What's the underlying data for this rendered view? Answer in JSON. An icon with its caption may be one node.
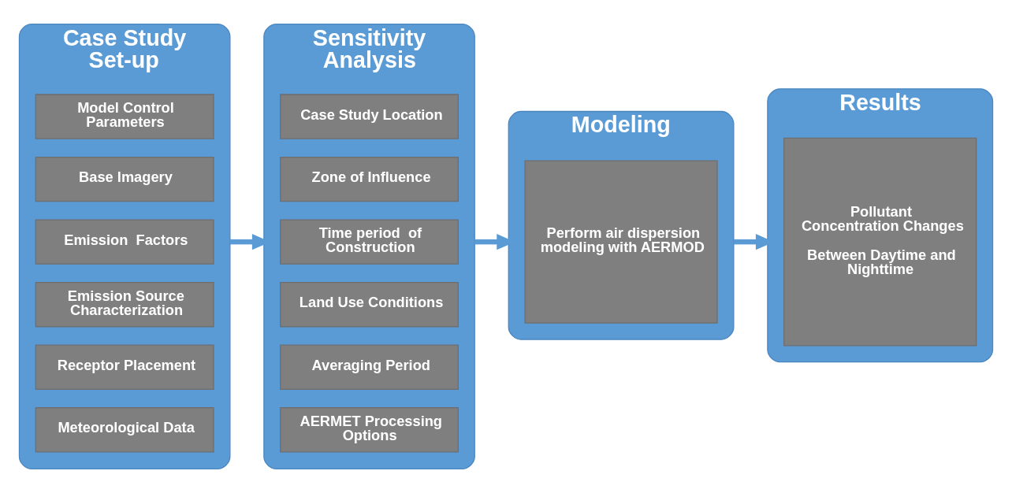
{
  "diagram": {
    "nodes": [
      {
        "text": [
          "Case Study Set-up"
        ]
      },
      {
        "text": [
          "Model Control Parameters"
        ],
        "in": 0
      },
      {
        "text": [
          "Base Imagery"
        ],
        "in": 0
      },
      {
        "text": [
          "Emission  Factors"
        ],
        "in": 0
      },
      {
        "text": [
          "Emission Source Characterization"
        ],
        "in": 0
      },
      {
        "text": [
          "Receptor Placement"
        ],
        "in": 0
      },
      {
        "text": [
          "Meteorological Data"
        ],
        "in": 0
      },
      {
        "text": [
          "Sensitivity Analysis"
        ]
      },
      {
        "text": [
          "Case Study Location"
        ],
        "in": 7
      },
      {
        "text": [
          "Zone of Influence"
        ],
        "in": 7
      },
      {
        "text": [
          "Time period  of Construction"
        ],
        "in": 7
      },
      {
        "text": [
          "Land Use Conditions"
        ],
        "in": 7
      },
      {
        "text": [
          "Averaging Period"
        ],
        "in": 7
      },
      {
        "text": [
          "AERMET Processing Options"
        ],
        "in": 7
      },
      {
        "text": [
          "Modeling"
        ]
      },
      {
        "text": [
          "Perform air dispersion modeling with AERMOD"
        ],
        "in": 14
      },
      {
        "text": [
          "Results"
        ]
      },
      {
        "text": [
          "Pollutant Concentration Changes",
          "Between Daytime and Nighttime"
        ],
        "in": 16
      }
    ],
    "edges": [
      {
        "from": 0,
        "to": 7,
        "arrow": "to"
      },
      {
        "from": 7,
        "to": 14,
        "arrow": "to"
      },
      {
        "from": 14,
        "to": 16,
        "arrow": "to"
      }
    ]
  }
}
